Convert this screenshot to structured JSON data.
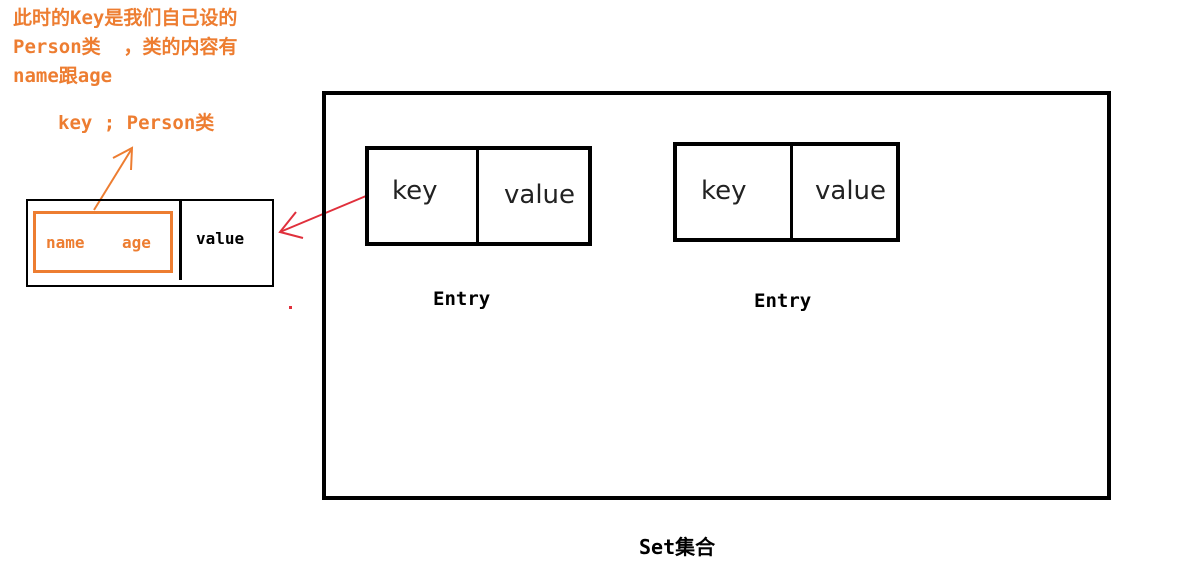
{
  "annotation": {
    "line1": "此时的Key是我们自己设的",
    "line2": "Person类  ，类的内容有",
    "line3": "name跟age",
    "key_person": "key ; Person类"
  },
  "small_entry": {
    "name_label": "name",
    "age_label": "age",
    "value_label": "value"
  },
  "set": {
    "label": "Set集合",
    "entries": [
      {
        "key_label": "key",
        "value_label": "value",
        "caption": "Entry"
      },
      {
        "key_label": "key",
        "value_label": "value",
        "caption": "Entry"
      }
    ]
  },
  "colors": {
    "annotation": "#ed7d31",
    "arrow_red": "#e0303c",
    "border": "#000000"
  }
}
